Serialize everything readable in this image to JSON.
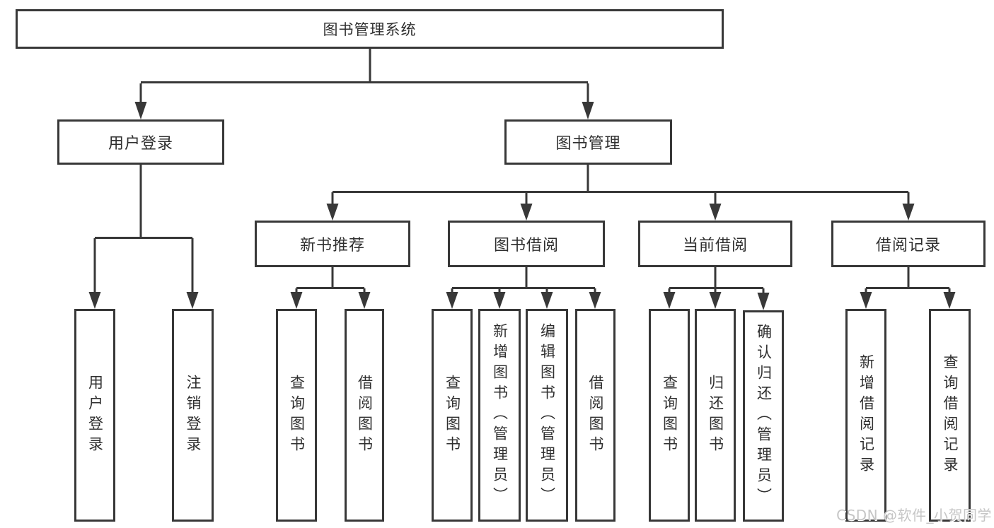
{
  "diagram": {
    "root": {
      "label": "图书管理系统"
    },
    "level2": {
      "user_login": {
        "label": "用户登录"
      },
      "book_mgmt": {
        "label": "图书管理"
      }
    },
    "level3": {
      "new_book": {
        "label": "新书推荐"
      },
      "book_borrow": {
        "label": "图书借阅"
      },
      "current_borrow": {
        "label": "当前借阅"
      },
      "borrow_record": {
        "label": "借阅记录"
      }
    },
    "leaves": {
      "user_login_leaf": {
        "label": "用户登录"
      },
      "logout": {
        "label": "注销登录"
      },
      "nb_query": {
        "label": "查询图书"
      },
      "nb_borrow": {
        "label": "借阅图书"
      },
      "bb_query": {
        "label": "查询图书"
      },
      "bb_add": {
        "label": "新增图书（管理员）"
      },
      "bb_edit": {
        "label": "编辑图书（管理员）"
      },
      "bb_borrow": {
        "label": "借阅图书"
      },
      "cb_query": {
        "label": "查询图书"
      },
      "cb_return": {
        "label": "归还图书"
      },
      "cb_confirm": {
        "label": "确认归还（管理员）"
      },
      "br_add": {
        "label": "新增借阅记录"
      },
      "br_query": {
        "label": "查询借阅记录"
      }
    },
    "colors": {
      "line": "#383838",
      "text": "#2f2f2f",
      "box_background": "#ffffff",
      "watermark": "#c6c6c6"
    }
  },
  "watermark": {
    "text": "CSDN @软件_小贺同学"
  }
}
